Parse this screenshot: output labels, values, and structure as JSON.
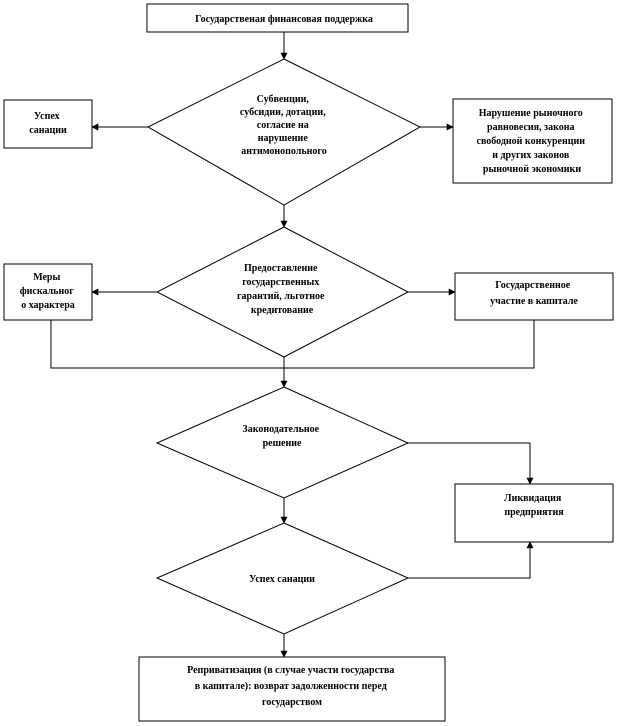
{
  "nodes": {
    "top": {
      "lines": [
        "Государственая финансовая поддержка"
      ]
    },
    "d1": {
      "lines": [
        "Субвенции,",
        "субсидии, дотации,",
        "согласие на",
        "нарушение",
        "антимонопольного"
      ]
    },
    "left1": {
      "lines": [
        "Успех",
        "санации"
      ]
    },
    "right1": {
      "lines": [
        "Нарушение рыночного",
        "равновесия, закона",
        "свободной конкуренции",
        "и других законов",
        "рыночной экономики"
      ]
    },
    "d2": {
      "lines": [
        "Предоставление",
        "государственных",
        "гарантий, льготное",
        "кредитование"
      ]
    },
    "left2": {
      "lines": [
        "Меры",
        "фискальног",
        "о характера"
      ]
    },
    "right2": {
      "lines": [
        "Государственное",
        "участие в капитале"
      ]
    },
    "d3": {
      "lines": [
        "Законодательное",
        "решение"
      ]
    },
    "right3": {
      "lines": [
        "Ликвидация",
        "предприятия"
      ]
    },
    "d4": {
      "lines": [
        "Успех санации"
      ]
    },
    "bottom": {
      "lines": [
        "Реприватизация (в случае участи государства",
        "в капитале): возврат задолженности перед",
        "государством"
      ]
    }
  }
}
